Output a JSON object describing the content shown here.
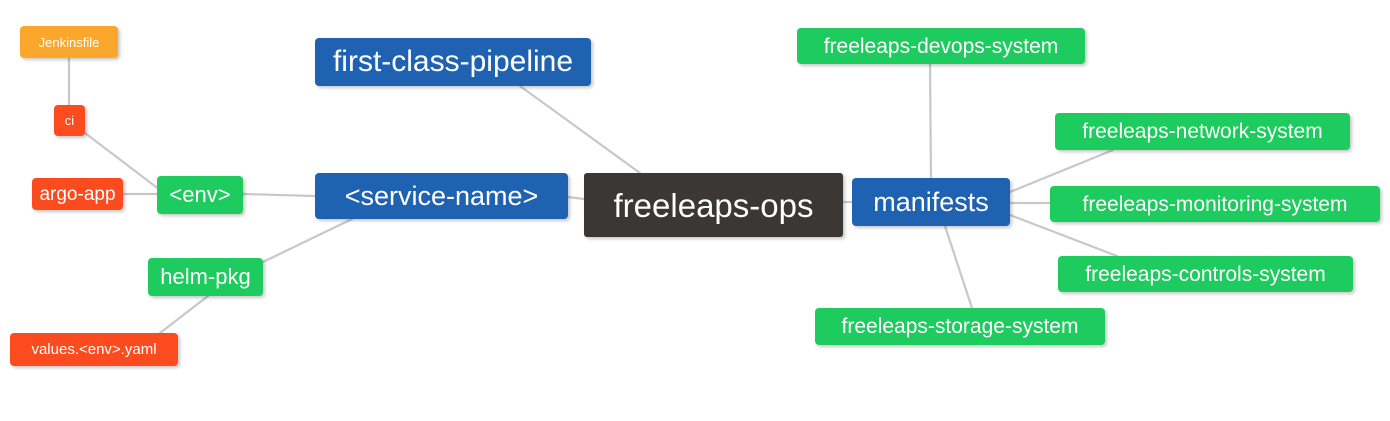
{
  "diagram": {
    "type": "mindmap",
    "background_color": "#ffffff",
    "edge_color": "#c8c8c8",
    "palette": {
      "root_dark": "#3b3734",
      "blue": "#2062b2",
      "green": "#1ecb5e",
      "red": "#fc4b1e",
      "orange": "#faa72c",
      "text": "#ffffff"
    },
    "root": {
      "label": "freeleaps-ops"
    },
    "nodes": [
      {
        "id": "jenkinsfile",
        "label": "Jenkinsfile",
        "color": "#faa72c"
      },
      {
        "id": "ci",
        "label": "ci",
        "color": "#fc4b1e"
      },
      {
        "id": "argo-app",
        "label": "argo-app",
        "color": "#fc4b1e"
      },
      {
        "id": "env",
        "label": "<env>",
        "color": "#1ecb5e"
      },
      {
        "id": "helm-pkg",
        "label": "helm-pkg",
        "color": "#1ecb5e"
      },
      {
        "id": "values-yaml",
        "label": "values.<env>.yaml",
        "color": "#fc4b1e"
      },
      {
        "id": "pipeline",
        "label": "first-class-pipeline",
        "color": "#2062b2"
      },
      {
        "id": "service-name",
        "label": "<service-name>",
        "color": "#2062b2"
      },
      {
        "id": "freeleaps-ops",
        "label": "freeleaps-ops",
        "color": "#3b3734"
      },
      {
        "id": "manifests",
        "label": "manifests",
        "color": "#2062b2"
      },
      {
        "id": "devops",
        "label": "freeleaps-devops-system",
        "color": "#1ecb5e"
      },
      {
        "id": "network",
        "label": "freeleaps-network-system",
        "color": "#1ecb5e"
      },
      {
        "id": "monitoring",
        "label": "freeleaps-monitoring-system",
        "color": "#1ecb5e"
      },
      {
        "id": "controls",
        "label": "freeleaps-controls-system",
        "color": "#1ecb5e"
      },
      {
        "id": "storage",
        "label": "freeleaps-storage-system",
        "color": "#1ecb5e"
      }
    ],
    "edges": [
      {
        "from": "jenkinsfile",
        "to": "ci"
      },
      {
        "from": "ci",
        "to": "env"
      },
      {
        "from": "argo-app",
        "to": "env"
      },
      {
        "from": "env",
        "to": "service-name"
      },
      {
        "from": "helm-pkg",
        "to": "service-name"
      },
      {
        "from": "values-yaml",
        "to": "helm-pkg"
      },
      {
        "from": "pipeline",
        "to": "freeleaps-ops"
      },
      {
        "from": "service-name",
        "to": "freeleaps-ops"
      },
      {
        "from": "freeleaps-ops",
        "to": "manifests"
      },
      {
        "from": "manifests",
        "to": "devops"
      },
      {
        "from": "manifests",
        "to": "network"
      },
      {
        "from": "manifests",
        "to": "monitoring"
      },
      {
        "from": "manifests",
        "to": "controls"
      },
      {
        "from": "manifests",
        "to": "storage"
      }
    ]
  }
}
